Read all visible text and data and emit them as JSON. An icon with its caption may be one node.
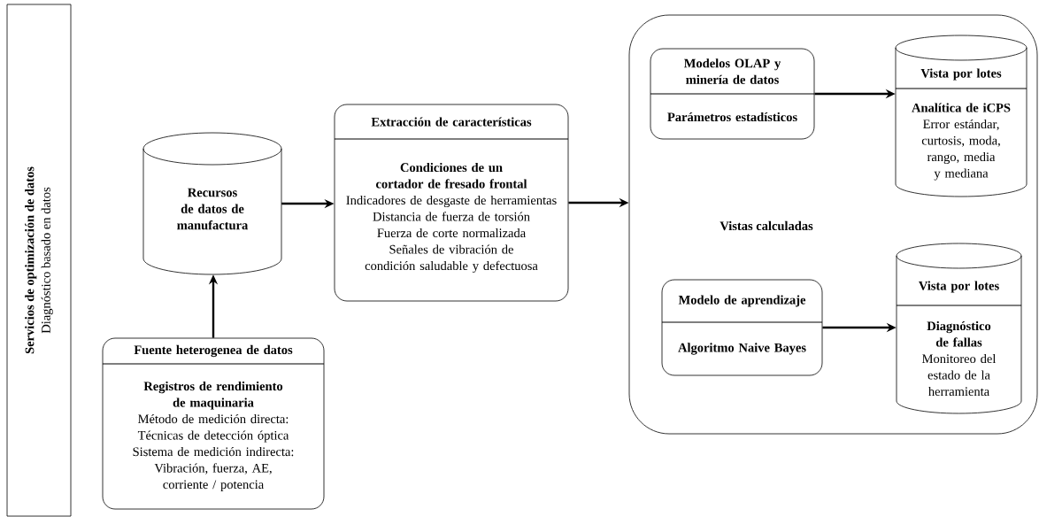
{
  "diagram": {
    "nodes": [
      {
        "text": [
          "Servicios de optimización de datos",
          "Diagnóstico basado en datos"
        ]
      },
      {
        "text": [
          "Recursos de datos de manufactura"
        ]
      },
      {
        "text": [
          "Fuente heterogenea de datos",
          "Registros de rendimiento de maquinaria",
          "Método de medición directa:",
          "Técnicas de detección óptica",
          "Sistema de medición indirecta:",
          "Vibración, fuerza, AE, corriente / potencia"
        ]
      },
      {
        "text": [
          "Extracción de características",
          "Condiciones de un cortador de fresado frontal",
          "Indicadores de desgaste de herramientas",
          "Distancia de fuerza de torsión",
          "Fuerza de corte normalizada",
          "Señales de vibración de condición saludable y defectuosa"
        ]
      },
      {
        "text": [
          "Vistas calculadas"
        ]
      },
      {
        "text": [
          "Modelos OLAP y minería de datos",
          "Parámetros estadísticos"
        ],
        "in": 4
      },
      {
        "text": [
          "Vista por lotes",
          "Analítica de iCPS",
          "Error estándar, curtosis, moda, rango, media y mediana"
        ],
        "in": 4
      },
      {
        "text": [
          "Modelo de aprendizaje",
          "Algoritmo Naive Bayes"
        ],
        "in": 4
      },
      {
        "text": [
          "Vista por lotes",
          "Diagnóstico de fallas",
          "Monitoreo del estado de la herramienta"
        ],
        "in": 4
      }
    ],
    "edges": [
      {
        "from": 2,
        "to": 1,
        "arrow": "to"
      },
      {
        "from": 1,
        "to": 3,
        "arrow": "to"
      },
      {
        "from": 3,
        "to": 4,
        "arrow": "to"
      },
      {
        "from": 5,
        "to": 6,
        "arrow": "to"
      },
      {
        "from": 7,
        "to": 8,
        "arrow": "to"
      }
    ]
  }
}
